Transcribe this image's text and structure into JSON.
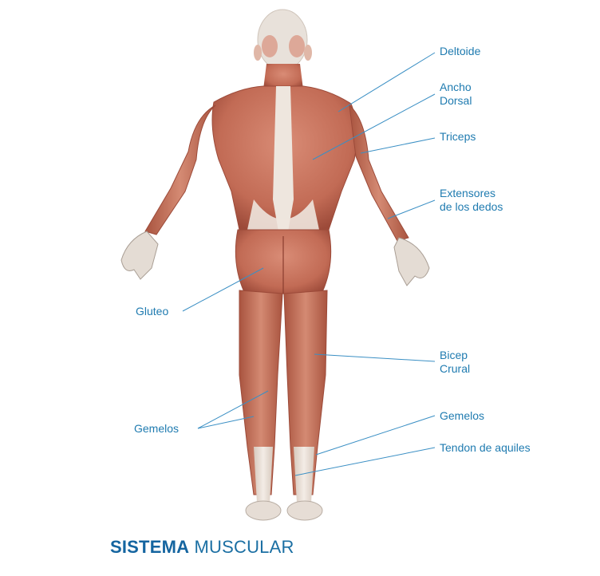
{
  "labels": {
    "deltoide": "Deltoide",
    "ancho_dorsal": [
      "Ancho",
      "Dorsal"
    ],
    "triceps": "Triceps",
    "extensores": [
      "Extensores",
      "de los dedos"
    ],
    "gluteo": "Gluteo",
    "bicep_crural": [
      "Bicep",
      "Crural"
    ],
    "gemelos_left": "Gemelos",
    "gemelos_right": "Gemelos",
    "tendon": "Tendon de aquiles"
  },
  "title": {
    "bold": "SISTEMA",
    "light": "MUSCULAR"
  },
  "colors": {
    "label": "#1f7bb0",
    "leader": "#3a8fc4",
    "muscle": "#c8735f",
    "muscle_dark": "#9e4a3a",
    "tendon": "#e6dcd3",
    "title": "#1565a0"
  }
}
